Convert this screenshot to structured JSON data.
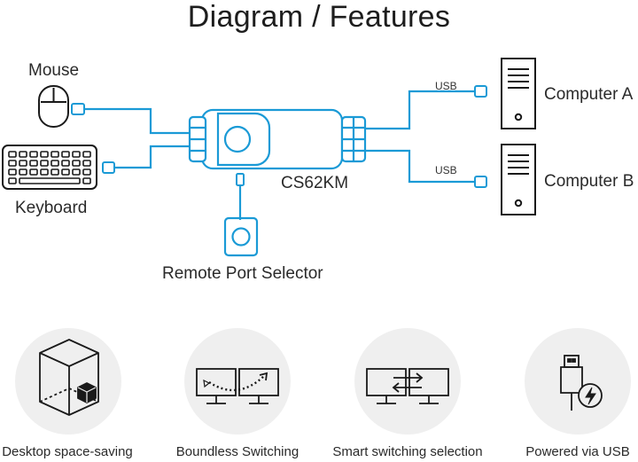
{
  "title": "Diagram / Features",
  "devices": {
    "mouse": "Mouse",
    "keyboard": "Keyboard",
    "computer_a": "Computer A",
    "computer_b": "Computer B",
    "kvm": "CS62KM",
    "remote": "Remote Port Selector",
    "usb_a": "USB",
    "usb_b": "USB"
  },
  "features": [
    {
      "label": "Desktop space-saving",
      "icon": "cube-desk-icon"
    },
    {
      "label": "Boundless Switching",
      "icon": "dual-monitor-cursor-icon"
    },
    {
      "label": "Smart switching selection",
      "icon": "switch-arrows-icon"
    },
    {
      "label": "Powered via USB",
      "icon": "usb-power-icon"
    }
  ],
  "colors": {
    "cable": "#1a9ad6",
    "line": "#1a1a1a",
    "circle": "#efefef"
  }
}
